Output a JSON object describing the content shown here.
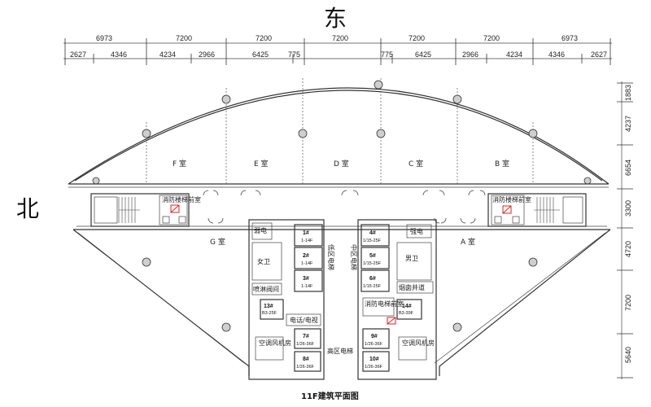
{
  "compass": {
    "east": "东",
    "north": "北"
  },
  "title": "11F建筑平面图",
  "dims_top_row1": [
    "6973",
    "7200",
    "7200",
    "7200",
    "7200",
    "7200",
    "6973"
  ],
  "dims_top_row2": [
    "2627",
    "4346",
    "4234",
    "2966",
    "6425",
    "775",
    "775",
    "6425",
    "2966",
    "4234",
    "4346",
    "2627"
  ],
  "dims_right": [
    "1883",
    "4237",
    "6654",
    "3300",
    "4720",
    "7200",
    "5640"
  ],
  "rooms": {
    "f": "F 室",
    "e": "E 室",
    "d": "D 室",
    "c": "C 室",
    "b": "B 室",
    "g": "G 室",
    "a": "A 室"
  },
  "labels": {
    "fire_stair_left": "消防楼梯前室",
    "fire_stair_right": "消防楼梯前室",
    "weak_power": "弱电",
    "strong_power": "强电",
    "female_wc": "女卫",
    "male_wc": "男卫",
    "sprinkler_room": "喷淋阀间",
    "smoke_shaft": "烟囱井道",
    "low_zone_elev": "低区电梯",
    "mid_zone_elev": "中区电梯",
    "cable_shaft": "电话/电视",
    "fire_elev_room": "消防电梯前室",
    "ac_room_left": "空调风机房",
    "ac_room_right": "空调风机房",
    "high_zone_elev": "高区电梯"
  },
  "elevators": {
    "e1": {
      "num": "1#",
      "range": "1-14F"
    },
    "e2": {
      "num": "2#",
      "range": "1-14F"
    },
    "e3": {
      "num": "3#",
      "range": "1-14F"
    },
    "e4": {
      "num": "4#",
      "range": "1/15-25F"
    },
    "e5": {
      "num": "5#",
      "range": "1/15-25F"
    },
    "e6": {
      "num": "6#",
      "range": "1/15-25F"
    },
    "e13": {
      "num": "13#",
      "range": "B3-25F"
    },
    "e14": {
      "num": "14#",
      "range": "B3-39F"
    },
    "e7": {
      "num": "7#",
      "range": "1/26-36F"
    },
    "e8": {
      "num": "8#",
      "range": "1/26-36F"
    },
    "e9": {
      "num": "9#",
      "range": "1/26-36F"
    },
    "e10": {
      "num": "10#",
      "range": "1/26-36F"
    }
  }
}
